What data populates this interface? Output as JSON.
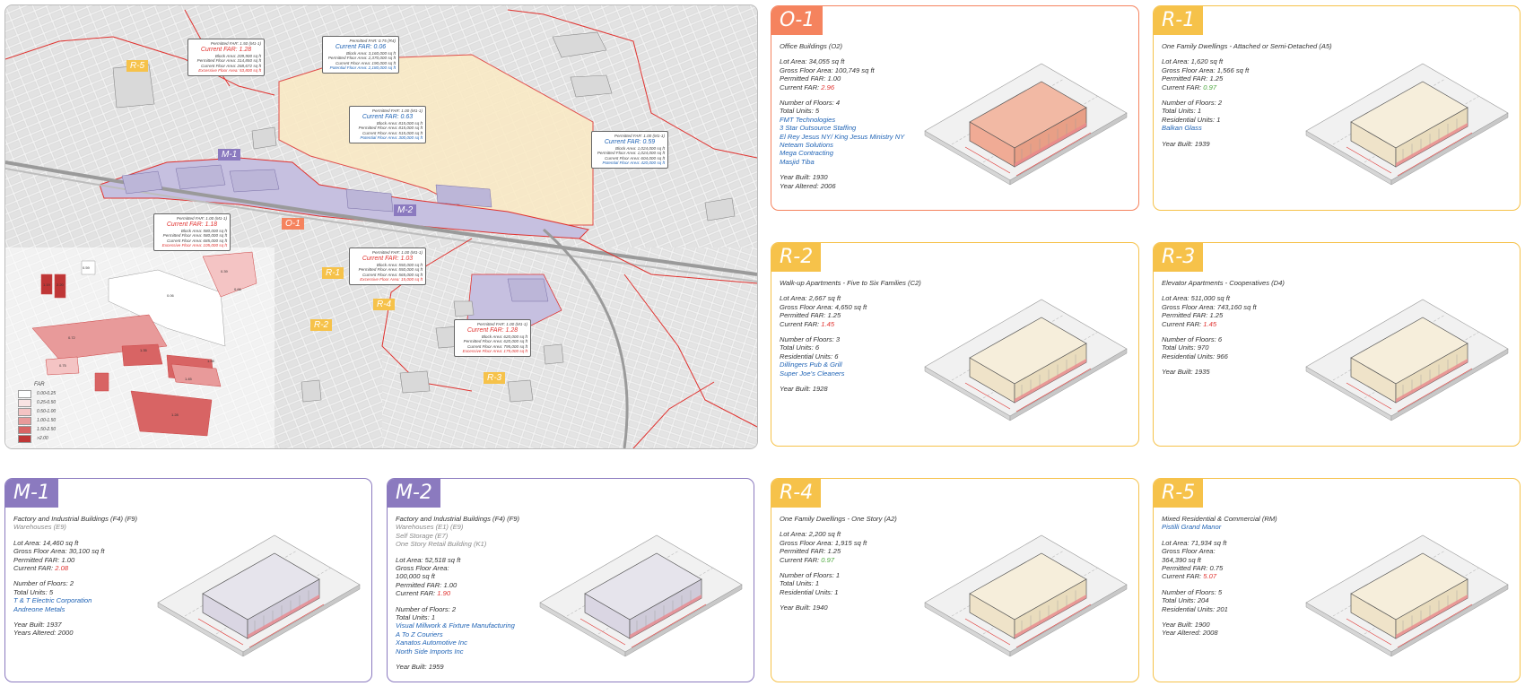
{
  "colors": {
    "orange": "#f5835e",
    "yellow": "#f6c24a",
    "purple": "#8b7abf",
    "blue": "#1f63b5",
    "red": "#e0322f",
    "green": "#4aa63b"
  },
  "map": {
    "labels": [
      "R-5",
      "M-1",
      "M-2",
      "O-1",
      "R-1",
      "R-2",
      "R-4",
      "R-3"
    ],
    "callouts": [
      {
        "pf": "Permitted FAR: 1.50 (M1-1)",
        "cf": "Current FAR: 1.28",
        "cf_red": true,
        "ba": "Block Area: 209,900 sq ft",
        "pfa": "Permitted Floor Area: 314,850 sq ft",
        "cfa": "Current Floor Area: 268,672 sq ft",
        "ex": "Excessive Floor Area: 53,800 sq ft"
      },
      {
        "pf": "Permitted FAR: 0.75 (R4)",
        "cf": "Current FAR: 0.06",
        "cf_red": false,
        "ba": "Block Area: 3,160,000 sq ft",
        "pfa": "Permitted Floor Area: 2,370,000 sq ft",
        "cfa": "Current Floor Area: 190,000 sq ft",
        "ex": "Potential Floor Area: 2,180,000 sq ft"
      },
      {
        "pf": "Permitted FAR: 1.00 (M1-1)",
        "cf": "Current FAR: 0.63",
        "cf_red": false,
        "ba": "Block Area: 815,000 sq ft",
        "pfa": "Permitted Floor Area: 815,000 sq ft",
        "cfa": "Current Floor Area: 515,000 sq ft",
        "ex": "Potential Floor Area: 300,000 sq ft"
      },
      {
        "pf": "Permitted FAR: 1.00 (M1-1)",
        "cf": "Current FAR: 0.59",
        "cf_red": false,
        "ba": "Block Area: 1,024,000 sq ft",
        "pfa": "Permitted Floor Area: 1,024,000 sq ft",
        "cfa": "Current Floor Area: 604,000 sq ft",
        "ex": "Potential Floor Area: 420,000 sq ft"
      },
      {
        "pf": "Permitted FAR: 1.00 (M1-1)",
        "cf": "Current FAR: 1.18",
        "cf_red": true,
        "ba": "Block Area: 580,000 sq ft",
        "pfa": "Permitted Floor Area: 580,000 sq ft",
        "cfa": "Current Floor Area: 685,000 sq ft",
        "ex": "Excessive Floor Area: 105,000 sq ft"
      },
      {
        "pf": "Permitted FAR: 1.00 (M1-1)",
        "cf": "Current FAR: 1.03",
        "cf_red": true,
        "ba": "Block Area: 550,000 sq ft",
        "pfa": "Permitted Floor Area: 550,000 sq ft",
        "cfa": "Current Floor Area: 565,000 sq ft",
        "ex": "Excessive Floor Area: 15,000 sq ft"
      },
      {
        "pf": "Permitted FAR: 1.00 (M1-1)",
        "cf": "Current FAR: 1.28",
        "cf_red": true,
        "ba": "Block Area: 620,000 sq ft",
        "pfa": "Permitted Floor Area: 620,000 sq ft",
        "cfa": "Current Floor Area: 795,000 sq ft",
        "ex": "Excessive Floor Area: 175,000 sq ft"
      }
    ],
    "inset_values": [
      "0.59",
      "1.19",
      "2.20",
      "0.39",
      "0.06",
      "0.66",
      "0.72",
      "1.28",
      "1.45",
      "1.35",
      "1.28",
      "0.75"
    ],
    "legend": {
      "title": "FAR",
      "items": [
        {
          "label": "0.00-0.25",
          "color": "#ffffff"
        },
        {
          "label": "0.25-0.50",
          "color": "#f9e3e3"
        },
        {
          "label": "0.50-1.00",
          "color": "#f4c4c4"
        },
        {
          "label": "1.00-1.50",
          "color": "#e89a9a"
        },
        {
          "label": "1.50-2.50",
          "color": "#d86464"
        },
        {
          "label": ">2.00",
          "color": "#bf3636"
        }
      ]
    }
  },
  "panels": [
    {
      "id": "O-1",
      "color": "orange",
      "lines": [
        {
          "t": "Office Buildings (O2)"
        },
        {
          "gap": true
        },
        {
          "t": "Lot Area: 34,055 sq ft"
        },
        {
          "t": "Gross Floor Area: 100,749 sq ft"
        },
        {
          "t": "Permitted FAR: 1.00"
        },
        {
          "t": "Current FAR: ",
          "v": "2.96",
          "c": "red"
        },
        {
          "gap": true
        },
        {
          "t": "Number of Floors: 4"
        },
        {
          "t": "Total Units: 5"
        },
        {
          "v": "FMT Technologies",
          "c": "blue"
        },
        {
          "v": "3 Star Outsource Staffing",
          "c": "blue"
        },
        {
          "v": "El Rey Jesus NY/ King Jesus Ministry NY",
          "c": "blue"
        },
        {
          "v": "Neteam Solutions",
          "c": "blue"
        },
        {
          "v": "Mega Contracting",
          "c": "blue"
        },
        {
          "v": "Masjid Tiba",
          "c": "blue"
        },
        {
          "gap": true
        },
        {
          "t": "Year Built: 1930"
        },
        {
          "t": "Year Altered: 2006"
        }
      ]
    },
    {
      "id": "R-1",
      "color": "yellow",
      "lines": [
        {
          "t": "One Family Dwellings - Attached or Semi-Detached (A5)"
        },
        {
          "gap": true
        },
        {
          "t": "Lot Area: 1,620 sq ft"
        },
        {
          "t": "Gross Floor Area: 1,566 sq ft"
        },
        {
          "t": "Permitted FAR: 1.25"
        },
        {
          "t": "Current FAR: ",
          "v": "0.97",
          "c": "green"
        },
        {
          "gap": true
        },
        {
          "t": "Number of Floors: 2"
        },
        {
          "t": "Total Units: 1"
        },
        {
          "t": "Residential Units: 1"
        },
        {
          "v": "Balkan Glass",
          "c": "blue"
        },
        {
          "gap": true
        },
        {
          "t": "Year Built: 1939"
        }
      ]
    },
    {
      "id": "R-2",
      "color": "yellow",
      "lines": [
        {
          "t": "Walk-up Apartments - Five to Six Families (C2)"
        },
        {
          "gap": true
        },
        {
          "t": "Lot Area: 2,667 sq ft"
        },
        {
          "t": "Gross Floor Area: 4,650 sq ft"
        },
        {
          "t": "Permitted FAR: 1.25"
        },
        {
          "t": "Current FAR: ",
          "v": "1.45",
          "c": "red"
        },
        {
          "gap": true
        },
        {
          "t": "Number of Floors: 3"
        },
        {
          "t": "Total Units: 6"
        },
        {
          "t": "Residential Units: 6"
        },
        {
          "v": "Dillingers Pub & Grill",
          "c": "blue"
        },
        {
          "v": "Super Joe's Cleaners",
          "c": "blue"
        },
        {
          "gap": true
        },
        {
          "t": "Year Built: 1928"
        }
      ]
    },
    {
      "id": "R-3",
      "color": "yellow",
      "lines": [
        {
          "t": "Elevator Apartments - Cooperatives (D4)"
        },
        {
          "gap": true
        },
        {
          "t": "Lot Area: 511,000 sq ft"
        },
        {
          "t": "Gross Floor Area: 743,160 sq ft"
        },
        {
          "t": "Permitted FAR: 1.25"
        },
        {
          "t": "Current FAR: ",
          "v": "1.45",
          "c": "red"
        },
        {
          "gap": true
        },
        {
          "t": "Number of Floors: 6"
        },
        {
          "t": "Total Units: 970"
        },
        {
          "t": "Residential Units: 966"
        },
        {
          "gap": true
        },
        {
          "t": "Year Built: 1935"
        }
      ]
    },
    {
      "id": "M-1",
      "color": "purple",
      "lines": [
        {
          "t": "Factory and Industrial Buildings (F4) (F9)"
        },
        {
          "v": "Warehouses (E9)",
          "c": "gray"
        },
        {
          "gap": true
        },
        {
          "t": "Lot Area: 14,460 sq ft"
        },
        {
          "t": "Gross Floor Area: 30,100 sq ft"
        },
        {
          "t": "Permitted FAR: 1.00"
        },
        {
          "t": "Current FAR: ",
          "v": "2.08",
          "c": "red"
        },
        {
          "gap": true
        },
        {
          "t": "Number of Floors: 2"
        },
        {
          "t": "Total Units: 5"
        },
        {
          "v": "T & T Electric Corporation",
          "c": "blue"
        },
        {
          "v": "Andreone Metals",
          "c": "blue"
        },
        {
          "gap": true
        },
        {
          "t": "Year Built: 1937"
        },
        {
          "t": "Years Altered: 2000"
        }
      ]
    },
    {
      "id": "M-2",
      "color": "purple",
      "lines": [
        {
          "t": "Factory and Industrial Buildings (F4) (F9)"
        },
        {
          "v": "Warehouses (E1) (E9)",
          "c": "gray"
        },
        {
          "v": "Self Storage (E7)",
          "c": "gray"
        },
        {
          "v": "One Story Retail Building (K1)",
          "c": "gray"
        },
        {
          "gap": true
        },
        {
          "t": "Lot Area: 52,518 sq ft"
        },
        {
          "t": "Gross Floor Area:"
        },
        {
          "t": "100,000 sq ft"
        },
        {
          "t": "Permitted FAR: 1.00"
        },
        {
          "t": "Current FAR: ",
          "v": "1.90",
          "c": "red"
        },
        {
          "gap": true
        },
        {
          "t": "Number of Floors: 2"
        },
        {
          "t": "Total Units: 1"
        },
        {
          "v": "Visual Millwork & Fixture Manufacturing",
          "c": "blue"
        },
        {
          "v": "A To Z Couriers",
          "c": "blue"
        },
        {
          "v": "Xanatos Automotive Inc",
          "c": "blue"
        },
        {
          "v": "North Side Imports Inc",
          "c": "blue"
        },
        {
          "gap": true
        },
        {
          "t": "Year Built: 1959"
        }
      ]
    },
    {
      "id": "R-4",
      "color": "yellow",
      "lines": [
        {
          "t": "One Family Dwellings - One Story (A2)"
        },
        {
          "gap": true
        },
        {
          "t": "Lot Area: 2,200 sq ft"
        },
        {
          "t": "Gross Floor Area: 1,915 sq ft"
        },
        {
          "t": "Permitted FAR: 1.25"
        },
        {
          "t": "Current FAR: ",
          "v": "0.97",
          "c": "green"
        },
        {
          "gap": true
        },
        {
          "t": "Number of Floors: 1"
        },
        {
          "t": "Total Units: 1"
        },
        {
          "t": "Residential Units: 1"
        },
        {
          "gap": true
        },
        {
          "t": "Year Built: 1940"
        }
      ]
    },
    {
      "id": "R-5",
      "color": "yellow",
      "lines": [
        {
          "t": "Mixed Residential & Commercial (RM)"
        },
        {
          "v": "Pistilli Grand Manor",
          "c": "blue"
        },
        {
          "gap": true
        },
        {
          "t": "Lot Area: 71,934 sq ft"
        },
        {
          "t": "Gross Floor Area:"
        },
        {
          "t": "364,390 sq ft"
        },
        {
          "t": "Permitted FAR: 0.75"
        },
        {
          "t": "Current FAR: ",
          "v": "5.07",
          "c": "red"
        },
        {
          "gap": true
        },
        {
          "t": "Number of Floors: 5"
        },
        {
          "t": "Total Units: 204"
        },
        {
          "t": "Residential Units: 201"
        },
        {
          "gap": true
        },
        {
          "t": "Year Built: 1900"
        },
        {
          "t": "Year Altered: 2008"
        }
      ]
    }
  ]
}
